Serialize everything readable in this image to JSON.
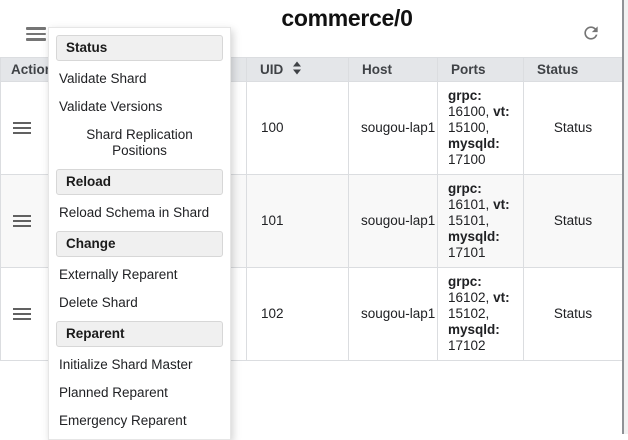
{
  "header": {
    "title": "commerce/0"
  },
  "menu": {
    "sections": [
      {
        "header": "Status",
        "items": [
          "Validate Shard",
          "Validate Versions",
          "Shard Replication Positions"
        ]
      },
      {
        "header": "Reload",
        "items": [
          "Reload Schema in Shard"
        ]
      },
      {
        "header": "Change",
        "items": [
          "Externally Reparent",
          "Delete Shard"
        ]
      },
      {
        "header": "Reparent",
        "items": [
          "Initialize Shard Master",
          "Planned Reparent",
          "Emergency Reparent"
        ]
      }
    ]
  },
  "table": {
    "columns": [
      "Actions",
      "UID",
      "Host",
      "Ports",
      "Status"
    ],
    "ports_labels": {
      "grpc": "grpc:",
      "vt": "vt:",
      "mysqld": "mysqld:"
    },
    "rows": [
      {
        "uid": "100",
        "host": "sougou-lap1",
        "ports": {
          "grpc": "16100,",
          "vt": "15100,",
          "mysqld": "17100"
        },
        "status": "Status"
      },
      {
        "uid": "101",
        "host": "sougou-lap1",
        "ports": {
          "grpc": "16101,",
          "vt": "15101,",
          "mysqld": "17101"
        },
        "status": "Status"
      },
      {
        "uid": "102",
        "host": "sougou-lap1",
        "ports": {
          "grpc": "16102,",
          "vt": "15102,",
          "mysqld": "17102"
        },
        "status": "Status"
      }
    ]
  },
  "colors": {
    "table_header_bg": "#e4e6e9",
    "row_stripe_bg": "#f8f8f8",
    "border": "#dbdde0",
    "menu_header_bg": "#f0f0f0",
    "icon_grey": "#757575",
    "text": "#202124"
  }
}
